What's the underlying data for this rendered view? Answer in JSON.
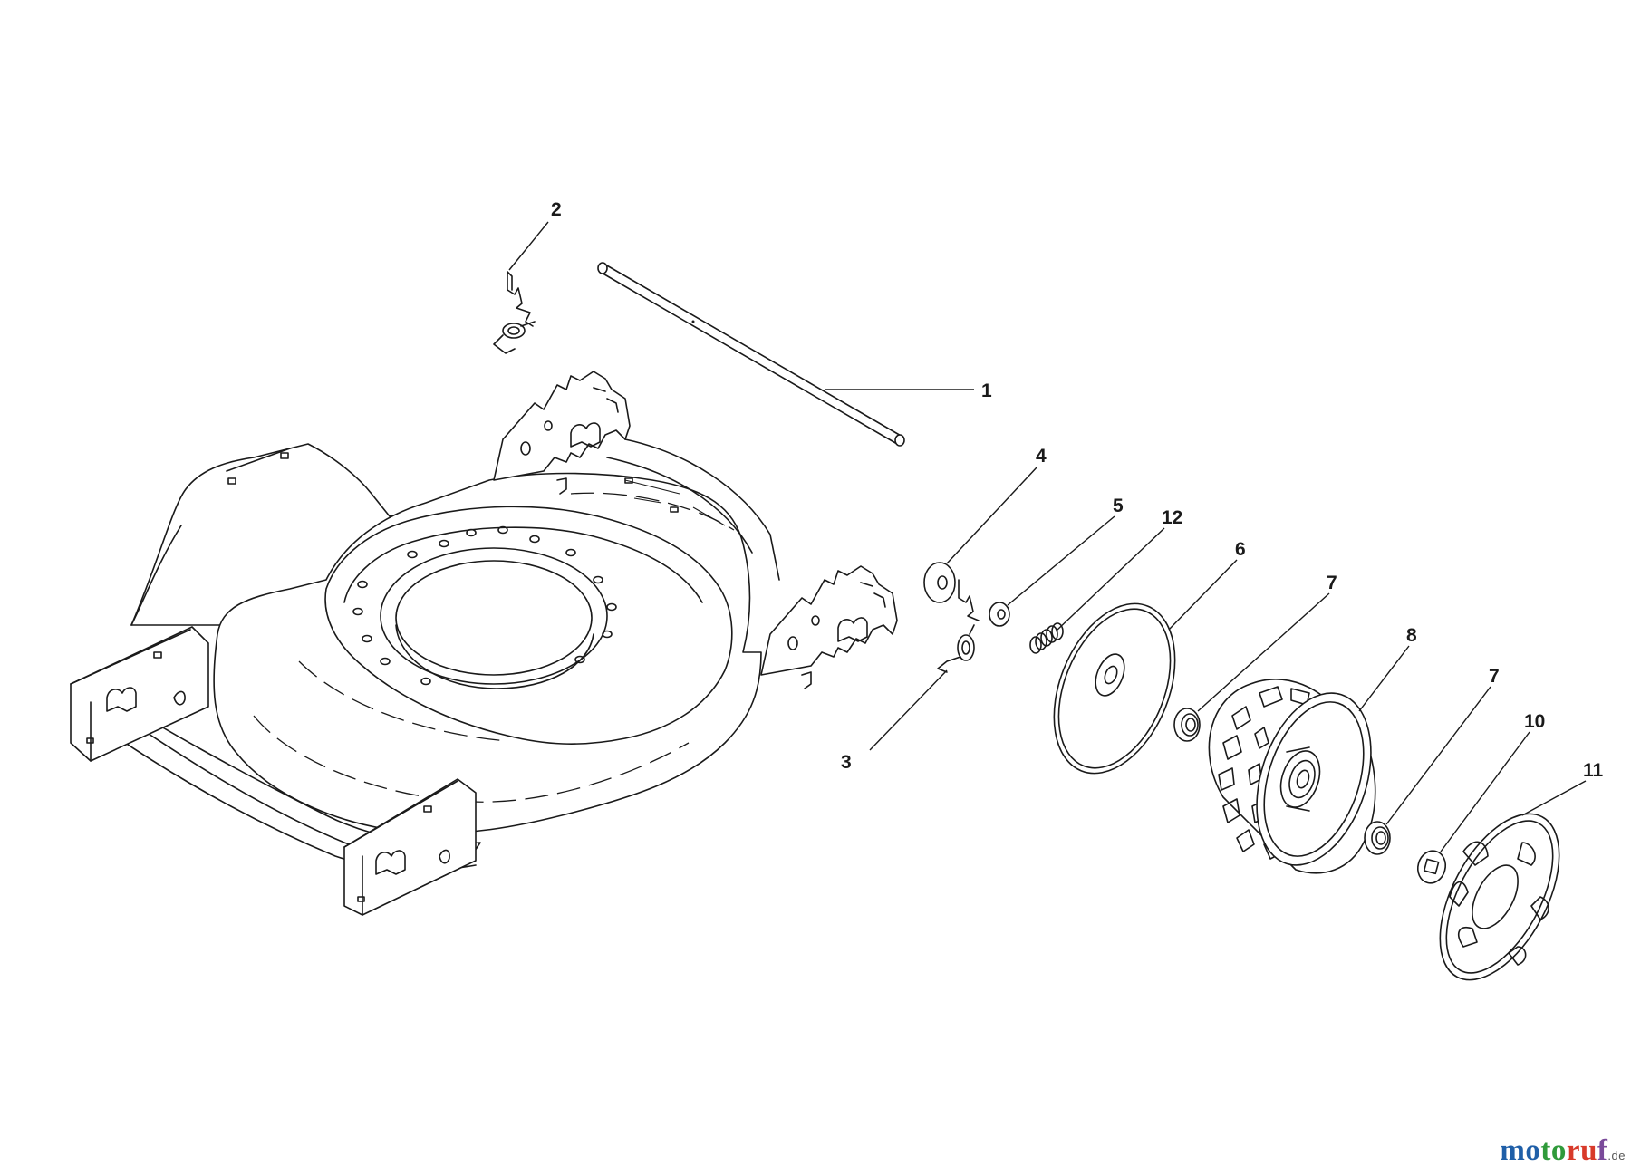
{
  "callouts": {
    "c1": "1",
    "c2": "2",
    "c3": "3",
    "c4": "4",
    "c5": "5",
    "c6": "6",
    "c7a": "7",
    "c7b": "7",
    "c8": "8",
    "c10": "10",
    "c11": "11",
    "c12": "12"
  },
  "watermark": {
    "part1": "mo",
    "part2": "to",
    "part3": "ru",
    "part4": "f",
    "tld": ".de"
  },
  "colors": {
    "line": "#1a1a1a",
    "background": "#ffffff",
    "brand_blue": "#1f5fa8",
    "brand_green": "#2f9a3a",
    "brand_red": "#d83a2a",
    "brand_purple": "#7a4a9a"
  }
}
